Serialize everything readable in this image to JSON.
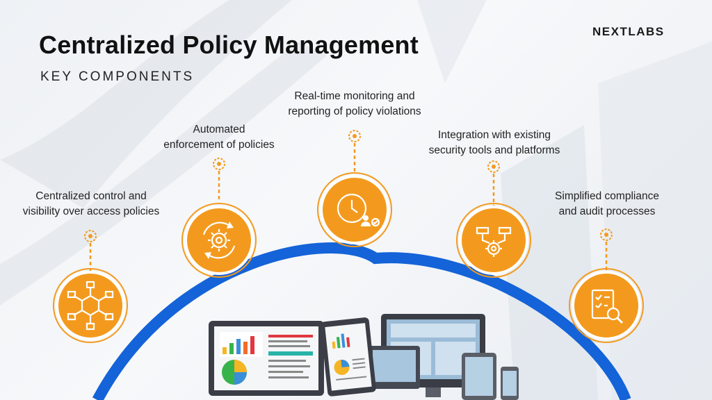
{
  "header": {
    "title": "Centralized Policy Management",
    "subtitle": "KEY COMPONENTS",
    "logo": "NEXTLABS"
  },
  "components": [
    {
      "line1": "Centralized control and",
      "line2": "visibility over access policies",
      "icon": "network-hub-icon"
    },
    {
      "line1": "Automated",
      "line2": "enforcement of policies",
      "icon": "automation-gear-icon"
    },
    {
      "line1": "Real-time monitoring and",
      "line2": "reporting of policy violations",
      "icon": "clock-monitoring-icon"
    },
    {
      "line1": "Integration with existing",
      "line2": "security tools and platforms",
      "icon": "integration-gear-icon"
    },
    {
      "line1": "Simplified compliance",
      "line2": "and audit processes",
      "icon": "checklist-search-icon"
    }
  ],
  "colors": {
    "accent": "#F39A1E",
    "arc": "#1463D8",
    "text": "#222222"
  }
}
